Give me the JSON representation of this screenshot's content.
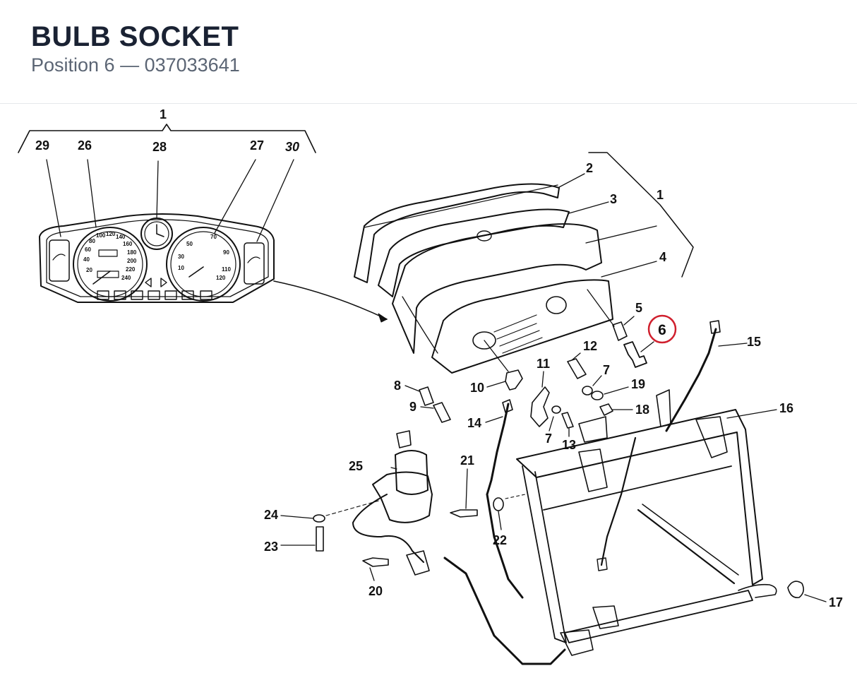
{
  "header": {
    "title": "BULB SOCKET",
    "subtitle": "Position 6 — 037033641"
  },
  "diagram": {
    "highlighted_position": "6",
    "highlight_color": "#d0202e",
    "callouts": [
      "1",
      "29",
      "26",
      "28",
      "27",
      "30",
      "2",
      "3",
      "1",
      "4",
      "5",
      "6",
      "15",
      "12",
      "7",
      "19",
      "11",
      "8",
      "10",
      "9",
      "14",
      "7",
      "13",
      "18",
      "16",
      "25",
      "21",
      "24",
      "22",
      "23",
      "20",
      "17"
    ],
    "gauge_numbers": [
      "20",
      "40",
      "60",
      "80",
      "100",
      "120",
      "140",
      "160",
      "180",
      "200",
      "220",
      "240",
      "10",
      "30",
      "50",
      "70",
      "90",
      "110",
      "120"
    ]
  }
}
